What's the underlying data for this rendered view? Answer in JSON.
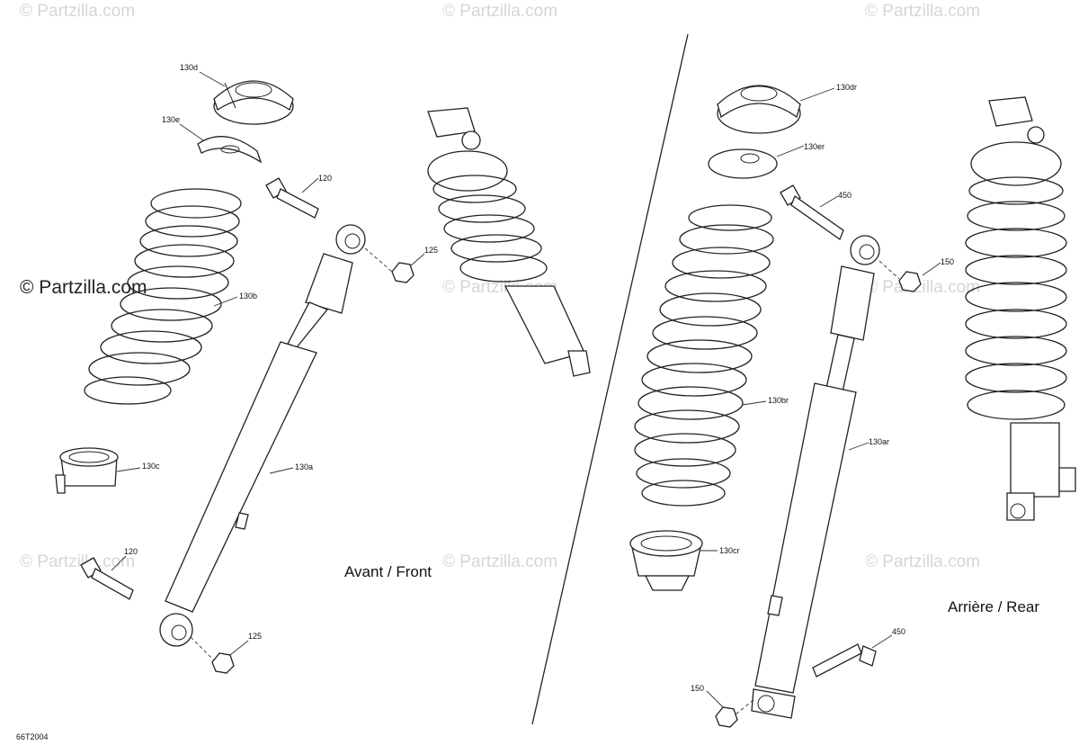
{
  "watermark": {
    "text": "© Partzilla.com"
  },
  "sections": {
    "front_label": "Avant / Front",
    "rear_label": "Arrière / Rear"
  },
  "diagram_code": "66T2004",
  "callouts": {
    "front": [
      "130d",
      "130e",
      "120",
      "125",
      "130b",
      "130c",
      "130a",
      "120",
      "125"
    ],
    "rear": [
      "130dr",
      "130er",
      "450",
      "150",
      "130br",
      "130ar",
      "130cr",
      "450",
      "150"
    ]
  }
}
